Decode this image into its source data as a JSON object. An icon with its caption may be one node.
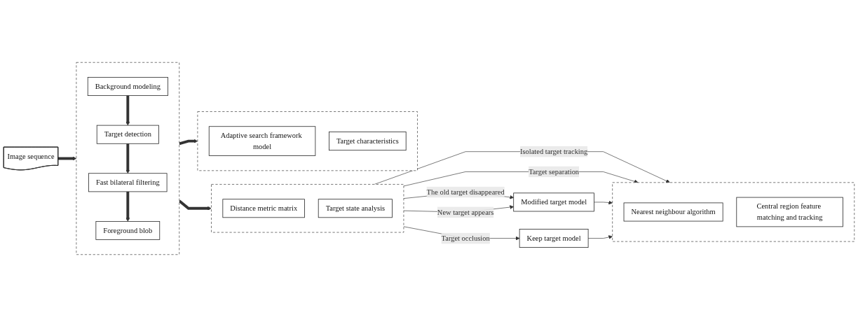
{
  "diagram": {
    "nodes": [
      {
        "text": [
          "Image sequence"
        ]
      },
      {
        "text": [],
        "shape": "box"
      },
      {
        "text": [
          "Background modeling"
        ],
        "in": 1
      },
      {
        "text": [
          "Target detection"
        ],
        "in": 1
      },
      {
        "text": [
          "Fast bilateral filtering"
        ],
        "in": 1
      },
      {
        "text": [
          "Foreground blob"
        ],
        "in": 1
      },
      {
        "text": [],
        "shape": "box"
      },
      {
        "text": [
          "Distance metric matrix"
        ],
        "in": 6
      },
      {
        "text": [
          "Target state analysis"
        ],
        "in": 6
      },
      {
        "text": [],
        "shape": "box"
      },
      {
        "text": [
          "Adaptive search framework model"
        ],
        "in": 9
      },
      {
        "text": [
          "Target characteristics"
        ],
        "in": 9
      },
      {
        "text": [
          "Modified target model"
        ]
      },
      {
        "text": [
          "Keep target model"
        ]
      },
      {
        "text": [],
        "shape": "box"
      },
      {
        "text": [
          "Nearest neighbour algorithm"
        ],
        "in": 14
      },
      {
        "text": [
          "Central region feature matching and tracking"
        ],
        "in": 14
      }
    ],
    "edges": [
      {
        "from": 0,
        "to": 1,
        "arrow": "to",
        "style": "thick"
      },
      {
        "from": 2,
        "to": 3,
        "arrow": "to",
        "style": "thick"
      },
      {
        "from": 3,
        "to": 4,
        "arrow": "to",
        "style": "thick"
      },
      {
        "from": 4,
        "to": 5,
        "arrow": "to",
        "style": "thick"
      },
      {
        "from": 1,
        "to": 6,
        "arrow": "to",
        "style": "thick"
      },
      {
        "from": 1,
        "to": 9,
        "arrow": "to",
        "style": "thick"
      },
      {
        "from": 6,
        "to": 13,
        "arrow": "to",
        "label": "Target occlusion"
      },
      {
        "from": 6,
        "to": 12,
        "arrow": "to",
        "label": "The old target disappeared"
      },
      {
        "from": 6,
        "to": 12,
        "arrow": "to",
        "label": "New target appears"
      },
      {
        "from": 6,
        "to": 14,
        "arrow": "to",
        "label": "Isolated target tracking"
      },
      {
        "from": 6,
        "to": 14,
        "arrow": "to",
        "label": "Target separation"
      },
      {
        "from": 12,
        "to": 14,
        "arrow": "to"
      },
      {
        "from": 13,
        "to": 14,
        "arrow": "to"
      }
    ]
  }
}
